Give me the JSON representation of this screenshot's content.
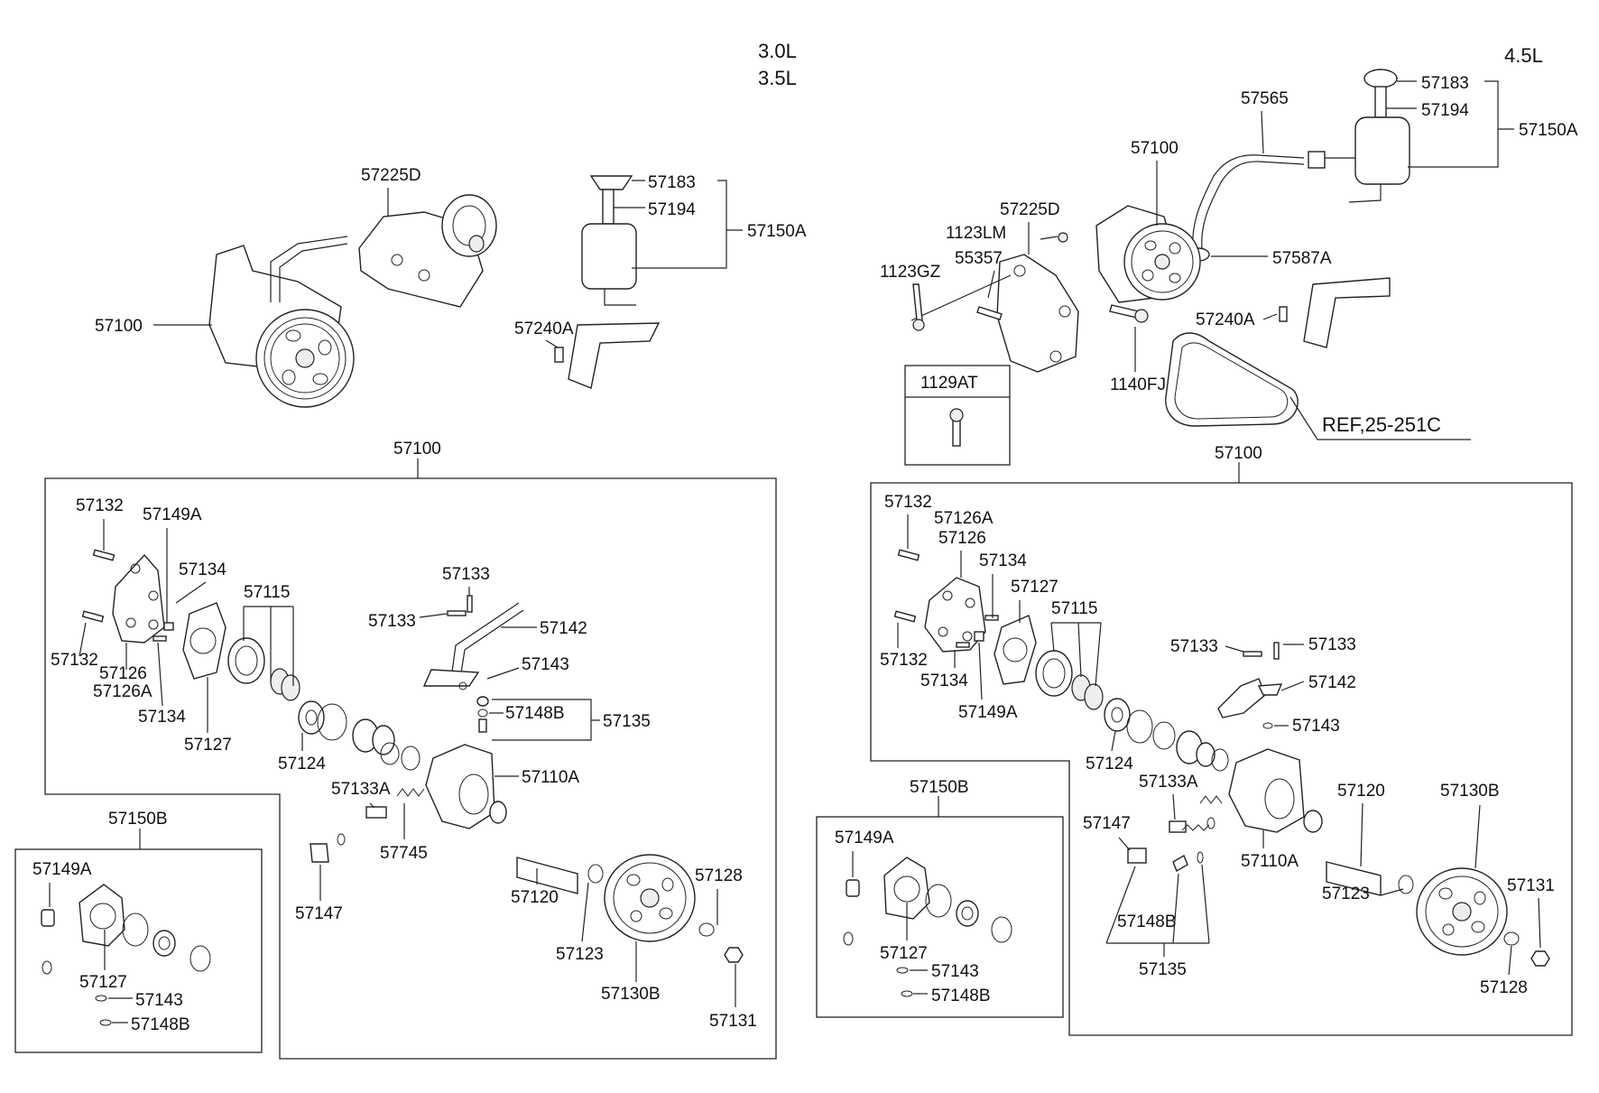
{
  "engines": {
    "left": [
      "3.0L",
      "3.5L"
    ],
    "right": "4.5L"
  },
  "ref": "REF,25-251C",
  "left_top": {
    "pump": "57100",
    "bracket": "57225D",
    "cap": "57183",
    "filter": "57194",
    "reservoir": "57150A",
    "clip": "57240A"
  },
  "right_top": {
    "cap": "57183",
    "filter": "57194",
    "reservoir": "57150A",
    "hose": "57565",
    "pump": "57100",
    "bracket": "57225D",
    "bolt1": "1123LM",
    "bolt2": "55357",
    "bolt3": "1123GZ",
    "clamp": "57587A",
    "clip": "57240A",
    "bolt4": "1140FJ",
    "box": "1129AT"
  },
  "left_detail": {
    "header": "57100",
    "labels": [
      "57132",
      "57149A",
      "57134",
      "57115",
      "57133",
      "57133",
      "57142",
      "57132",
      "57126",
      "57126A",
      "57143",
      "57148B",
      "57135",
      "57134",
      "57127",
      "57124",
      "57110A",
      "57133A",
      "57745",
      "57128",
      "57147",
      "57120",
      "57123",
      "57130B",
      "57131"
    ]
  },
  "left_kit": {
    "header": "57150B",
    "labels": [
      "57149A",
      "57127",
      "57143",
      "57148B"
    ]
  },
  "right_detail": {
    "header": "57100",
    "labels": [
      "57132",
      "57126A",
      "57126",
      "57134",
      "57127",
      "57115",
      "57133",
      "57133",
      "57142",
      "57132",
      "57134",
      "57149A",
      "57143",
      "57124",
      "57133A",
      "57120",
      "57130B",
      "57147",
      "57110A",
      "57123",
      "57131",
      "57148B",
      "57135",
      "57128"
    ]
  },
  "right_kit": {
    "header": "57150B",
    "labels": [
      "57149A",
      "57127",
      "57143",
      "57148B"
    ]
  }
}
